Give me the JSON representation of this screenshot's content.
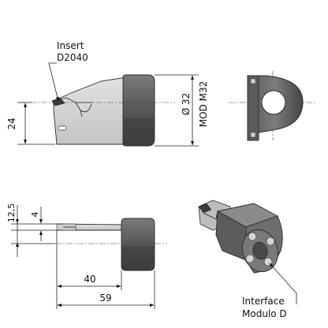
{
  "labels": {
    "insert_title": "Insert",
    "insert_code": "D2040",
    "interface_title": "Interface",
    "interface_name": "Modulo D"
  },
  "dimensions": {
    "height": "24",
    "diameter": "Ø 32",
    "mod": "MOD M32",
    "offset_top": "12,5",
    "offset_small": "4",
    "length_body": "40",
    "length_total": "59"
  },
  "colors": {
    "body_dark": "#4a4a4a",
    "body_mid": "#6e6e6e",
    "body_light": "#9a9a9a",
    "blade_light": "#d8d8d8"
  }
}
